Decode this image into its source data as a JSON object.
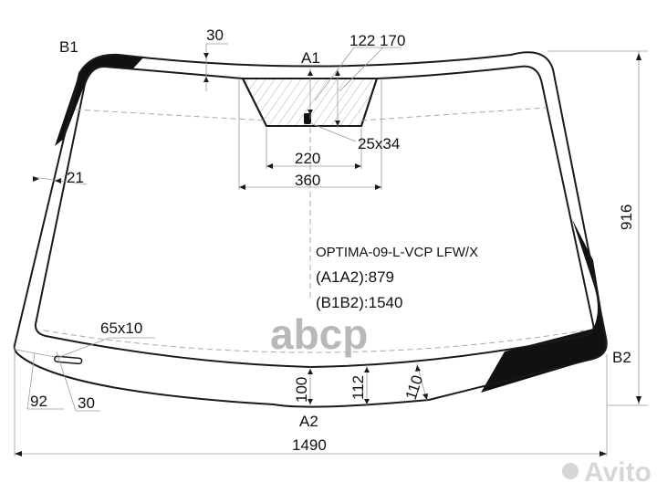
{
  "diagram": {
    "title": "OPTIMA-09-L-VCP LFW/X",
    "specs": [
      {
        "label": "(A1A2):879"
      },
      {
        "label": "(B1B2):1540"
      }
    ],
    "points": {
      "a1": "A1",
      "a2": "A2",
      "b1": "B1",
      "b2": "B2"
    },
    "dimensions": {
      "top_band": "30",
      "sensor_122_170": "122 170",
      "sensor_size": "25x34",
      "sensor_inner_width": "220",
      "sensor_outer_width": "360",
      "side_band": "21",
      "height": "916",
      "width": "1490",
      "vin_window": "65x10",
      "vin_offset_x": "92",
      "vin_offset_y": "30",
      "bottom_100": "100",
      "bottom_112": "112",
      "bottom_110": "110"
    },
    "colors": {
      "outline": "#1a1a1a",
      "frit": "#111111",
      "dimension_line": "#9a9a9a",
      "watermark": "#b8b8b8"
    }
  },
  "watermarks": {
    "abcp": "abcp",
    "avito": "Avito"
  }
}
